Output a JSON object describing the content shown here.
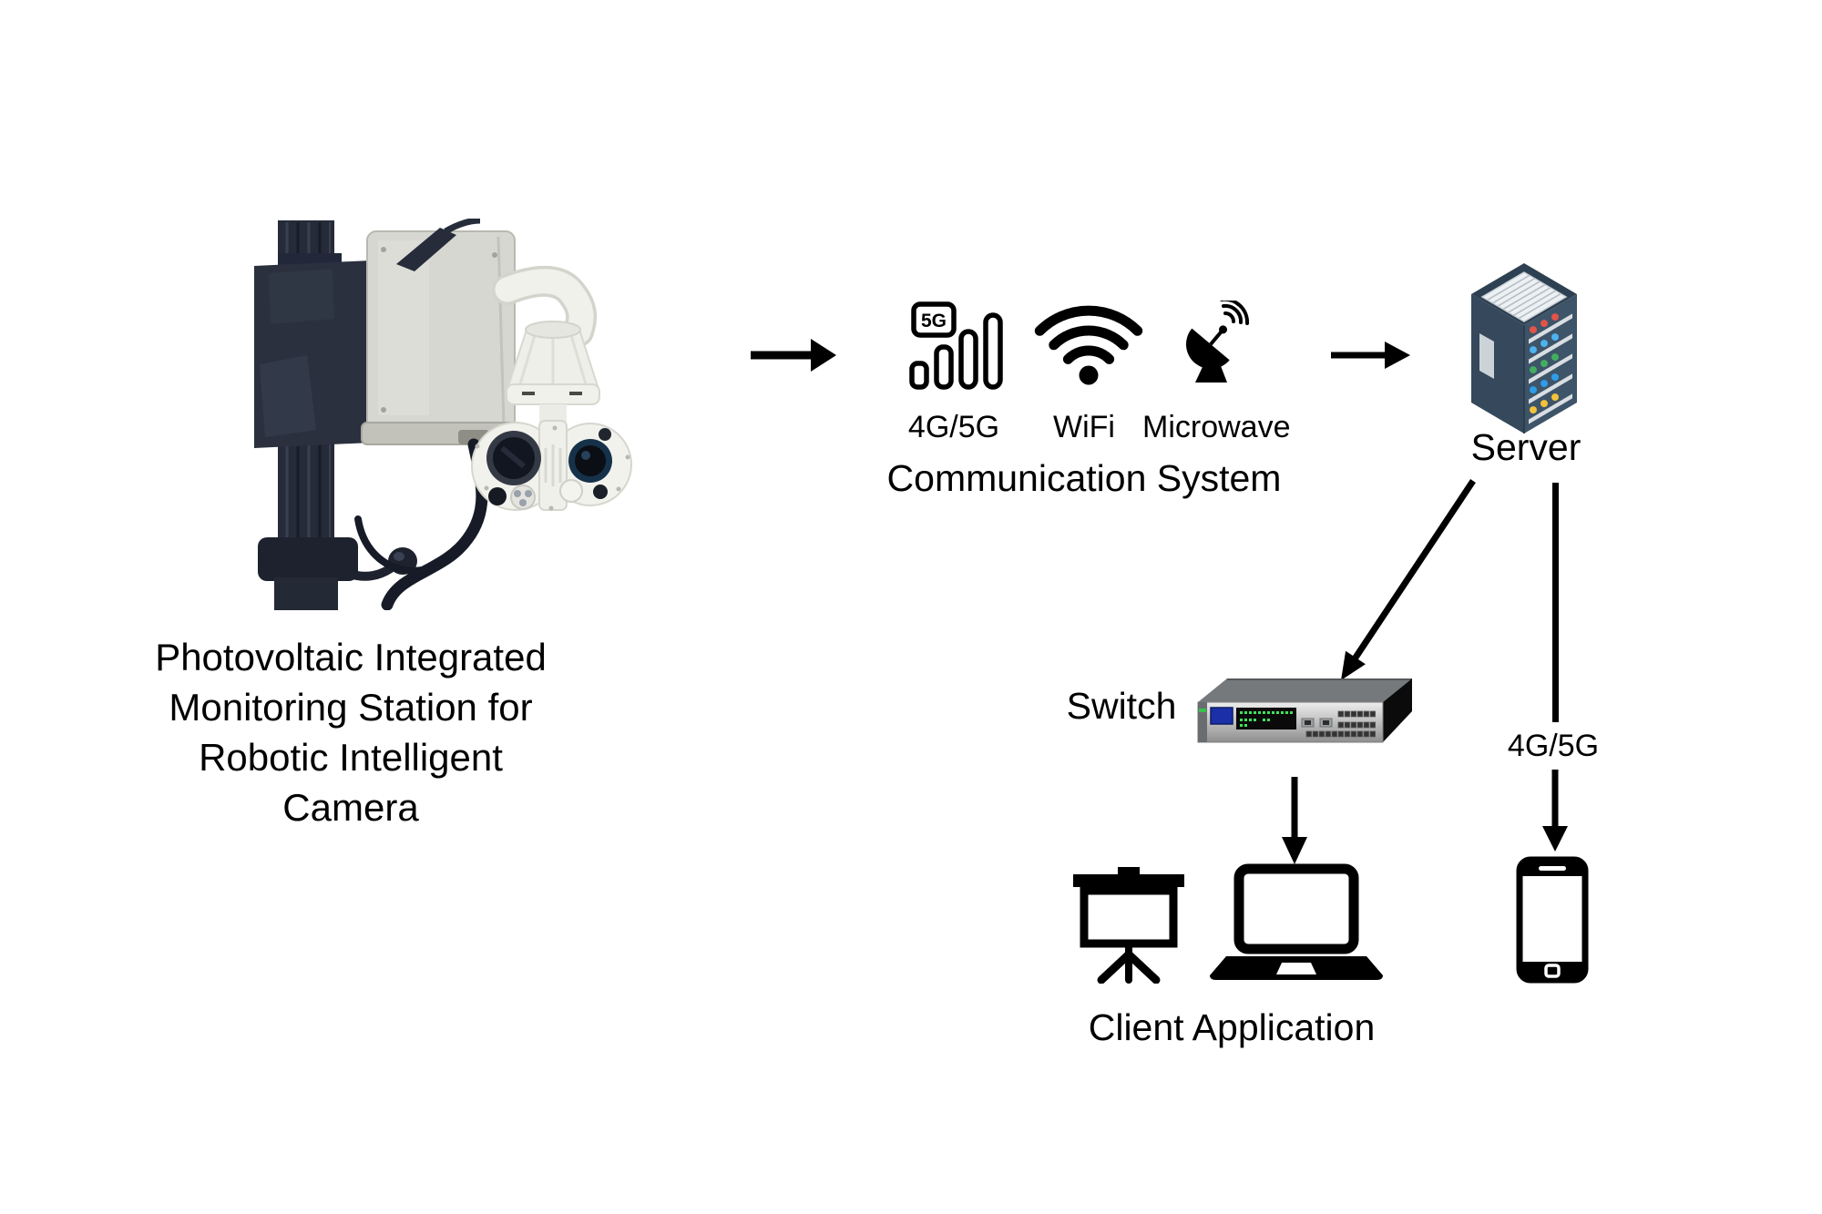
{
  "station": {
    "caption": "Photovoltaic Integrated\nMonitoring Station for\nRobotic Intelligent\nCamera"
  },
  "communication": {
    "title": "Communication System",
    "methods": [
      {
        "id": "cellular",
        "label": "4G/5G",
        "icon": "cellular-5g-signal-icon",
        "badge_text": "5G"
      },
      {
        "id": "wifi",
        "label": "WiFi",
        "icon": "wifi-icon"
      },
      {
        "id": "microwave",
        "label": "Microwave",
        "icon": "satellite-dish-icon"
      }
    ]
  },
  "server": {
    "label": "Server"
  },
  "switch": {
    "label": "Switch"
  },
  "client": {
    "label": "Client Application"
  },
  "links": {
    "server_to_phone_label": "4G/5G"
  },
  "colors": {
    "ink": "#000000",
    "background": "#ffffff",
    "server_body_left": "#35485c",
    "server_body_right": "#3e5469",
    "server_top": "#2e4152",
    "server_grille": "#eef1f3",
    "led_red": "#e25349",
    "led_light_blue": "#4db3ee",
    "led_green": "#43ad5f",
    "led_blue": "#2f9ce8",
    "led_yellow": "#f2c23a",
    "switch_top_gray": "#76797c",
    "switch_front_gray": "#d9d9d9",
    "switch_module_blue": "#1b2fa8",
    "switch_led_green": "#41e05c",
    "camera_white": "#f1f1ec",
    "pole_dark": "#252b38"
  }
}
